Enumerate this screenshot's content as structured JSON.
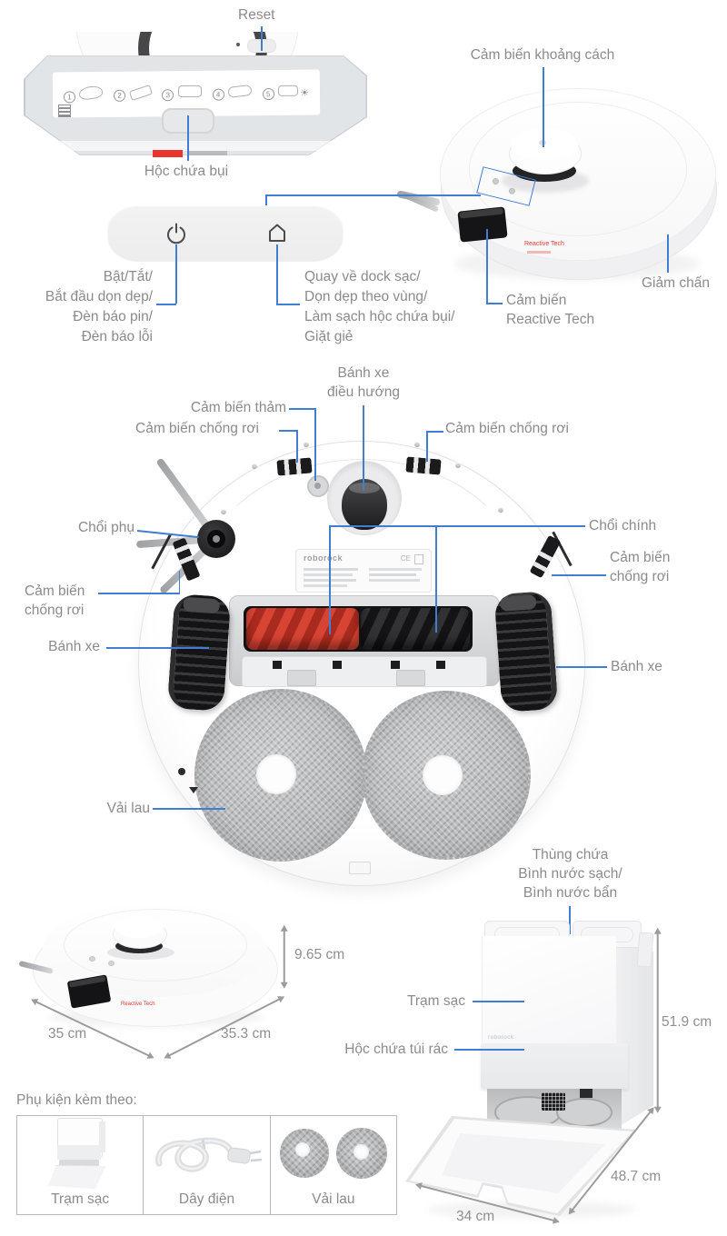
{
  "meta": {
    "accent_blue": "#3f7ed2",
    "label_gray": "#8b8b8b",
    "brand_red": "#e5372e",
    "brush_red": "#c5342a"
  },
  "dustbin_section": {
    "reset_label": "Reset",
    "dustbin_label": "Hộc chứa bụi",
    "sticker_steps": [
      "1",
      "2",
      "3",
      "4",
      "5"
    ],
    "sun_glyph": "☀"
  },
  "top_view_section": {
    "distance_sensor_label": "Cảm biến khoảng cách",
    "bumper_label": "Giảm chấn",
    "reactive_sensor_lines": [
      "Cảm biến",
      "Reactive Tech"
    ],
    "body_branding": "Reactive Tech"
  },
  "buttons_section": {
    "power_button_lines": [
      "Bật/Tắt/",
      "Bắt đầu dọn dẹp/",
      "Đèn báo pin/",
      "Đèn báo lỗi"
    ],
    "dock_button_lines": [
      "Quay về dock sạc/",
      "Dọn dẹp theo vùng/",
      "Làm sạch hộc chứa bụi/",
      "Giặt giẻ"
    ]
  },
  "bottom_view_section": {
    "caster_lines": [
      "Bánh xe",
      "điều hướng"
    ],
    "carpet_sensor_label": "Cảm biến thảm",
    "cliff_top_left_label": "Cảm biến chống rơi",
    "cliff_top_right_label": "Cảm biến chống rơi",
    "cliff_left_lines": [
      "Cảm biến",
      "chống rơi"
    ],
    "cliff_right_lines": [
      "Cảm biến",
      "chống rơi"
    ],
    "side_brush_label": "Chổi phụ",
    "main_brush_label": "Chổi chính",
    "wheel_left_label": "Bánh xe",
    "wheel_right_label": "Bánh xe",
    "mop_label": "Vải lau",
    "plate_brand": "roborock",
    "plate_ce": "CE"
  },
  "robot_dimensions": {
    "height": "9.65 cm",
    "width": "35 cm",
    "depth": "35.3 cm"
  },
  "dock_section": {
    "tank_lines": [
      "Thùng chứa",
      "Bình nước sạch/",
      "Bình nước bẩn"
    ],
    "dock_label": "Trạm sạc",
    "dust_bag_label": "Hộc chứa túi rác",
    "brand": "roborock",
    "height": "51.9 cm",
    "depth": "48.7 cm",
    "width": "34 cm"
  },
  "accessories_section": {
    "title": "Phụ kiện kèm theo:",
    "items": [
      {
        "label": "Trạm sạc"
      },
      {
        "label": "Dây điện"
      },
      {
        "label": "Vải lau"
      }
    ]
  }
}
